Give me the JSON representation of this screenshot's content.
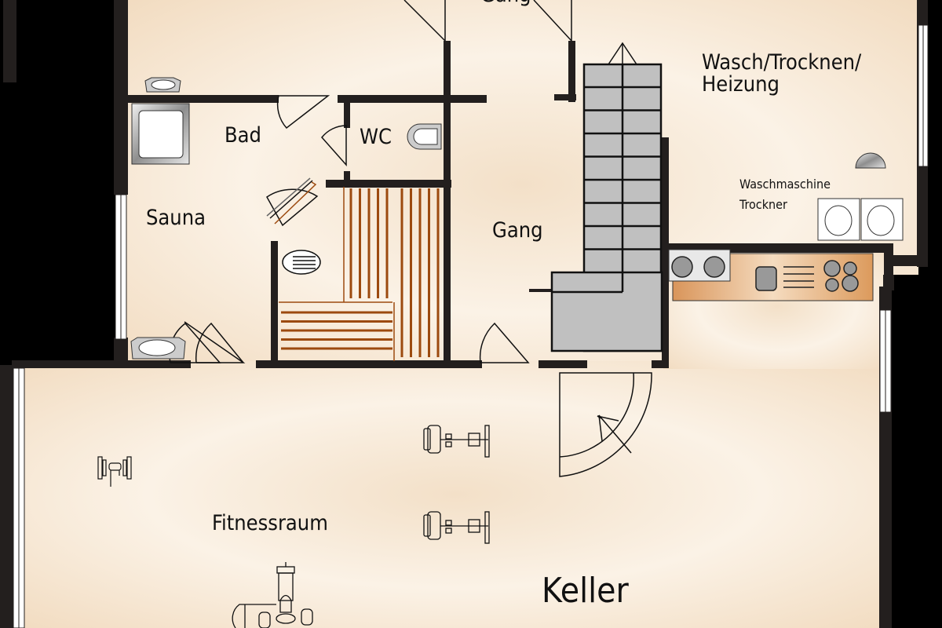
{
  "plan": {
    "title": "Keller",
    "colors": {
      "background": "#000000",
      "floor_light": "#fdf8f1",
      "floor_warm": "#f1dcc2",
      "wall": "#231f1e",
      "stairs": "#c0c0c0",
      "sauna_wood": "#9c4a0f",
      "counter": "#d9955a"
    },
    "rooms": {
      "gang_top": "Gang",
      "bad": "Bad",
      "wc": "WC",
      "sauna": "Sauna",
      "gang": "Gang",
      "wasch_line1": "Wasch/Trocknen/",
      "wasch_line2": "Heizung",
      "fitnessraum": "Fitnessraum",
      "keller": "Keller"
    },
    "appliances": {
      "waschmaschine": "Waschmaschine",
      "trockner": "Trockner"
    }
  }
}
